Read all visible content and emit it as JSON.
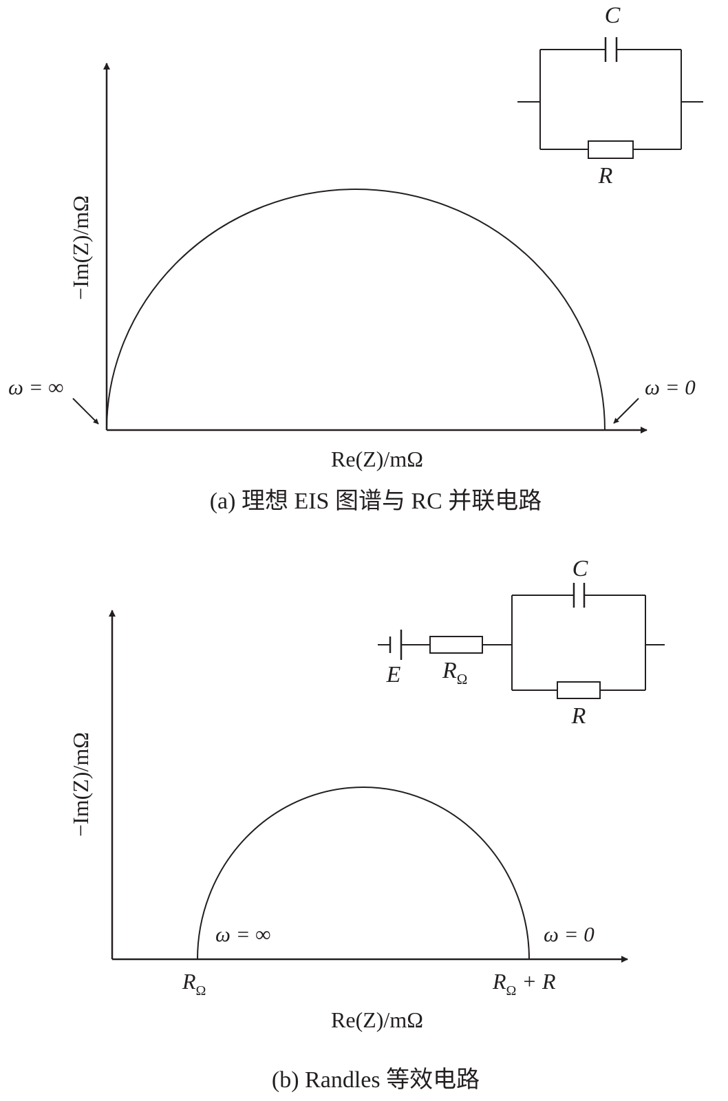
{
  "panel_a": {
    "y_axis_label": "−Im(Z)/mΩ",
    "x_axis_label": "Re(Z)/mΩ",
    "omega_infinity": "ω = ∞",
    "omega_zero": "ω = 0",
    "caption": "(a) 理想 EIS 图谱与 RC 并联电路",
    "circuit": {
      "capacitor": "C",
      "resistor": "R"
    }
  },
  "panel_b": {
    "y_axis_label": "−Im(Z)/mΩ",
    "x_axis_label": "Re(Z)/mΩ",
    "omega_infinity": "ω = ∞",
    "omega_zero": "ω = 0",
    "x_tick_start": {
      "main": "R",
      "sub": "Ω"
    },
    "x_tick_end": {
      "main": "R",
      "sub": "Ω",
      "suffix": " + R"
    },
    "caption": "(b) Randles 等效电路",
    "circuit": {
      "source": "E",
      "series_resistor": {
        "main": "R",
        "sub": "Ω"
      },
      "capacitor": "C",
      "resistor": "R"
    }
  }
}
